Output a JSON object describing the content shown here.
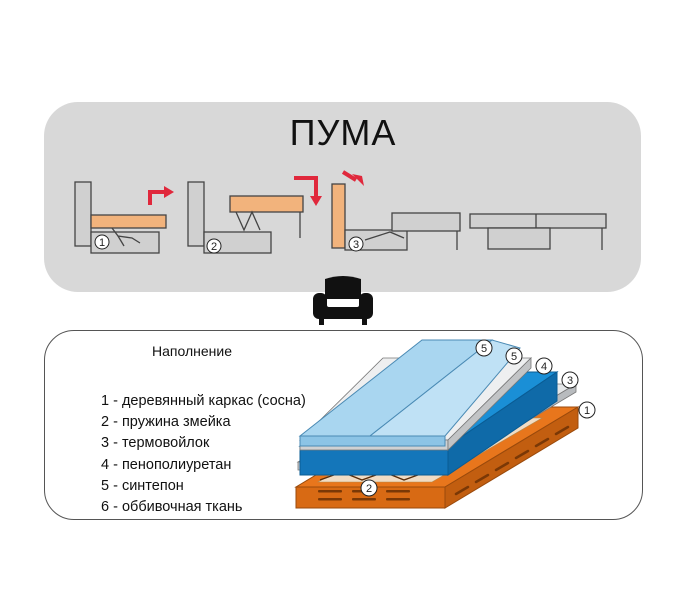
{
  "title": "ПУМА",
  "steps": [
    "1",
    "2",
    "3"
  ],
  "filling_heading": "Наполнение",
  "legend": [
    "1 - деревянный каркас (сосна)",
    "2 - пружина змейка",
    "3 - термовойлок",
    "4 - пенополиуретан",
    "5 - синтепон",
    "6 - оббивочная ткань"
  ],
  "layer_callouts": [
    "5",
    "5",
    "4",
    "3",
    "1",
    "2"
  ],
  "icons": {
    "sofa": "armchair-icon",
    "arrow": "red-arrow-icon"
  },
  "colors": {
    "panel": "#d8d8d8",
    "seat_orange": "#f2b37c",
    "arrow_red": "#e0283c",
    "frame_orange": "#e8761c",
    "foam_blue": "#1a8fd6",
    "top_blue": "#a9d6f0",
    "felt_gray": "#d0d2d4"
  }
}
